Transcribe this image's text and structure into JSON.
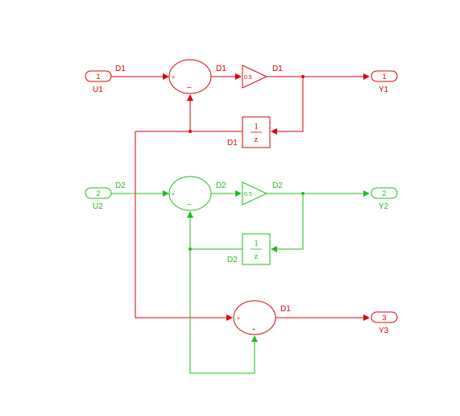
{
  "colors": {
    "red": "#e00000",
    "green": "#22bb22"
  },
  "inports": [
    {
      "number": "1",
      "name": "U1"
    },
    {
      "number": "2",
      "name": "U2"
    }
  ],
  "outports": [
    {
      "number": "1",
      "name": "Y1"
    },
    {
      "number": "2",
      "name": "Y2"
    },
    {
      "number": "3",
      "name": "Y3"
    }
  ],
  "gains": [
    {
      "value": "0.5"
    },
    {
      "value": "0.5"
    }
  ],
  "delays": [
    {
      "numerator": "1",
      "denominator": "z",
      "label": "D1"
    },
    {
      "numerator": "1",
      "denominator": "z",
      "label": "D2"
    }
  ],
  "signs": {
    "sum1": {
      "in1": "+",
      "in2": "–"
    },
    "sum2": {
      "in1": "+",
      "in2": "–"
    },
    "sum3": {
      "in1": "+",
      "in2": "+"
    }
  },
  "signal_labels": {
    "u1_out": "D1",
    "sum1_out": "D1",
    "gain1_out": "D1",
    "u2_out": "D2",
    "sum2_out": "D2",
    "gain2_out": "D2",
    "sum3_out": "D1"
  }
}
